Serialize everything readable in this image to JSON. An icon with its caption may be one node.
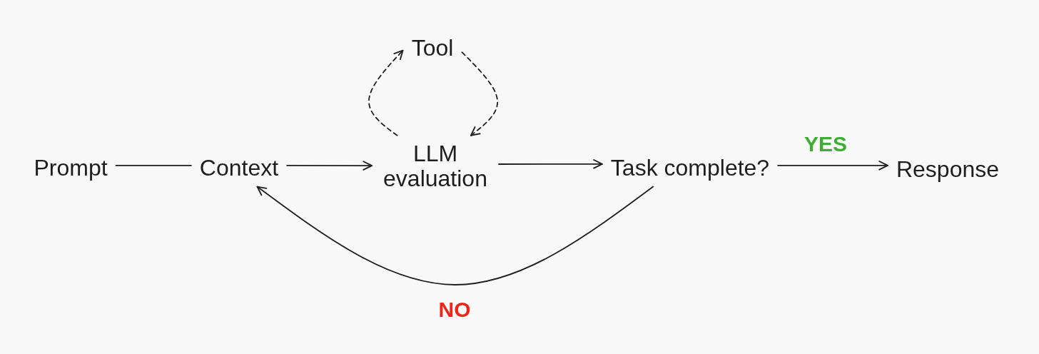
{
  "diagram": {
    "nodes": [
      {
        "text": [
          "Prompt"
        ]
      },
      {
        "text": [
          "Context"
        ]
      },
      {
        "text": [
          "LLM evaluation"
        ]
      },
      {
        "text": [
          "Tool"
        ]
      },
      {
        "text": [
          "Task complete?"
        ]
      },
      {
        "text": [
          "Response"
        ]
      }
    ],
    "edges": [
      {
        "from": 0,
        "to": 1,
        "arrow": "none"
      },
      {
        "from": 1,
        "to": 2,
        "arrow": "to"
      },
      {
        "from": 2,
        "to": 3,
        "arrow": "to",
        "style": "dashed"
      },
      {
        "from": 3,
        "to": 2,
        "arrow": "to",
        "style": "dashed"
      },
      {
        "from": 2,
        "to": 4,
        "arrow": "to"
      },
      {
        "from": 4,
        "to": 5,
        "arrow": "to",
        "label": "YES"
      },
      {
        "from": 4,
        "to": 1,
        "arrow": "to",
        "label": "NO"
      }
    ]
  }
}
